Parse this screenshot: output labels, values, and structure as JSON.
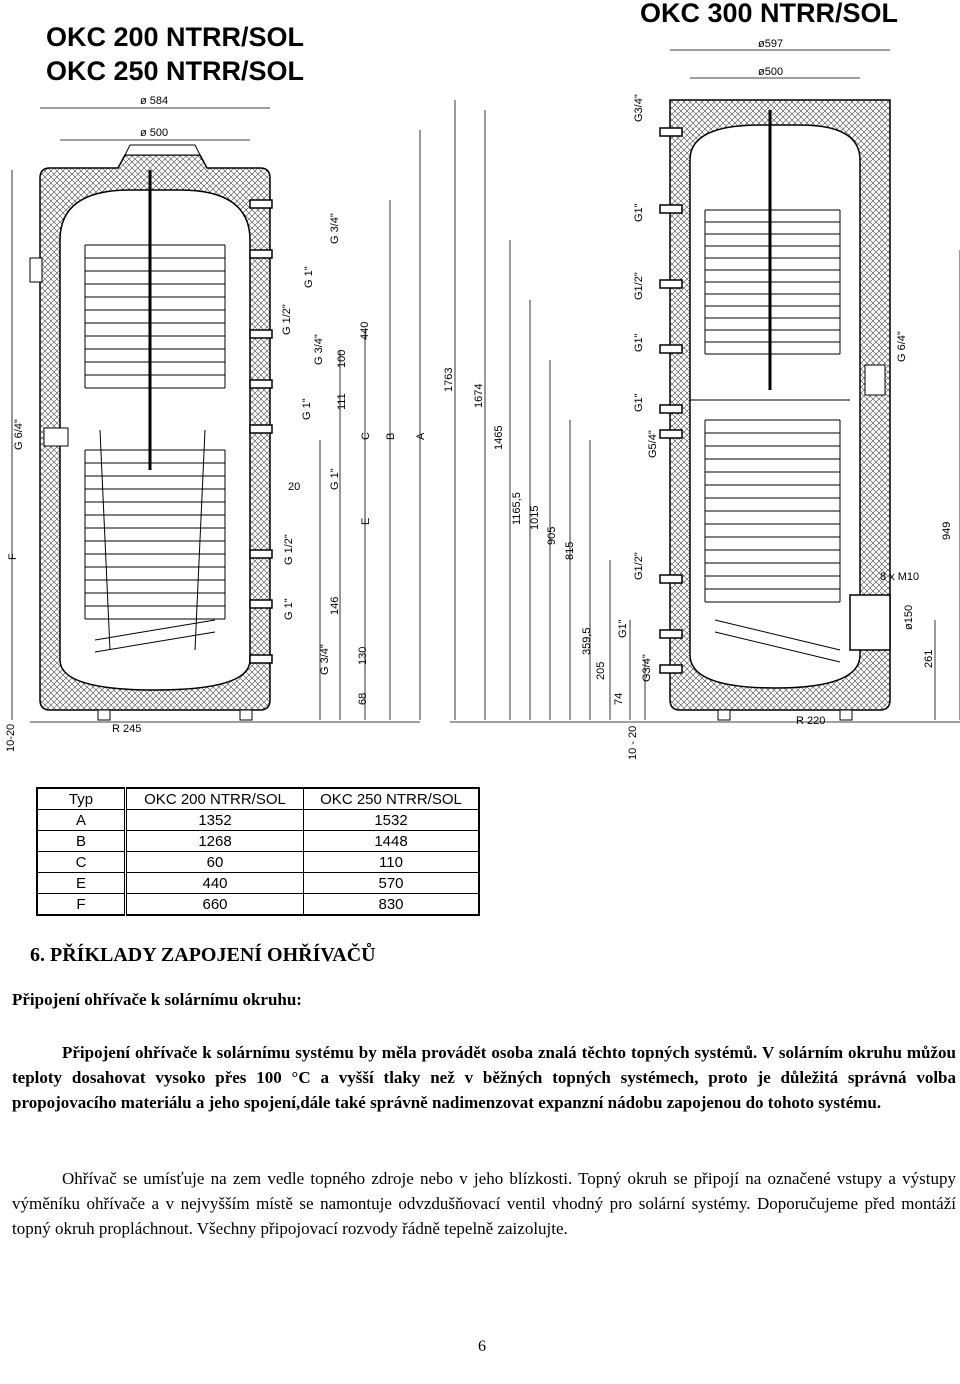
{
  "drawing": {
    "title_left_1": "OKC 200 NTRR/SOL",
    "title_left_2": "OKC 250 NTRR/SOL",
    "title_right": "OKC 300 NTRR/SOL",
    "left": {
      "dia_outer": "ø 584",
      "dia_inner": "ø 500",
      "radius": "R 245",
      "feet": "10-20",
      "side_conn": "G 6/4\"",
      "conns": [
        "G 3/4\"",
        "G 1\"",
        "G 1/2\"",
        "G 3/4\"",
        "G 1\"",
        "G 1\"",
        "G 1/2\"",
        "G 1\"",
        "G 3/4\""
      ],
      "dims": [
        "440",
        "100",
        "111",
        "20",
        "146",
        "130",
        "68"
      ],
      "letters": [
        "A",
        "B",
        "C",
        "E",
        "F"
      ]
    },
    "right": {
      "dia_outer": "ø597",
      "dia_inner": "ø500",
      "radius": "R 220",
      "feet": "10 - 20",
      "conns": [
        "G3/4\"",
        "G1\"",
        "G1/2\"",
        "G1\"",
        "G1\"",
        "G5/4\"",
        "G1/2\"",
        "G1\"",
        "G3/4\"",
        "G 6/4\""
      ],
      "dims": [
        "1763",
        "1674",
        "1465",
        "1165,5",
        "1015",
        "905",
        "815",
        "359,5",
        "205",
        "74",
        "949",
        "261"
      ],
      "flange_dia": "ø150",
      "bolts": "8 x M10"
    }
  },
  "table": {
    "headers": [
      "Typ",
      "OKC 200 NTRR/SOL",
      "OKC 250 NTRR/SOL"
    ],
    "rows": [
      [
        "A",
        "1352",
        "1532"
      ],
      [
        "B",
        "1268",
        "1448"
      ],
      [
        "C",
        "60",
        "110"
      ],
      [
        "E",
        "440",
        "570"
      ],
      [
        "F",
        "660",
        "830"
      ]
    ]
  },
  "section": {
    "heading": "6.   PŘÍKLADY ZAPOJENÍ OHŘÍVAČŮ",
    "subheading": "Připojení ohřívače k solárnímu okruhu:",
    "p1": "Připojení ohřívače k solárnímu systému by měla provádět osoba znalá těchto topných systémů. V solárním okruhu můžou teploty dosahovat vysoko přes 100 °C a vyšší tlaky než v běžných topných systémech, proto je důležitá správná volba propojovacího materiálu a jeho spojení,dále také správně nadimenzovat expanzní nádobu zapojenou do tohoto systému.",
    "p2": "Ohřívač se umísťuje na zem vedle topného zdroje nebo v jeho blízkosti. Topný okruh se připojí na označené vstupy a výstupy výměníku ohřívače a v nejvyšším místě se namontuje odvzdušňovací ventil vhodný pro solární systémy. Doporučujeme před montáží topný okruh propláchnout. Všechny připojovací rozvody řádně tepelně zaizolujte."
  },
  "page_number": "6"
}
